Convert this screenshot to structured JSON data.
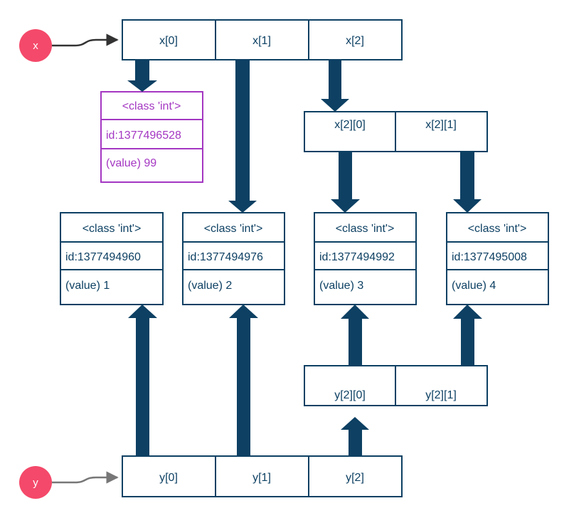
{
  "variables": {
    "x": {
      "label": "x",
      "color": "#f4496a"
    },
    "y": {
      "label": "y",
      "color": "#f4496a"
    }
  },
  "colors": {
    "primary": "#0d4063",
    "reassigned": "#a437c2",
    "pointer_x": "#333333",
    "pointer_y": "#777777"
  },
  "x_list": {
    "cells": [
      "x[0]",
      "x[1]",
      "x[2]"
    ]
  },
  "x_sublist": {
    "cells": [
      "x[2][0]",
      "x[2][1]"
    ]
  },
  "y_list": {
    "cells": [
      "y[0]",
      "y[1]",
      "y[2]"
    ]
  },
  "y_sublist": {
    "cells": [
      "y[2][0]",
      "y[2][1]"
    ]
  },
  "objects": {
    "int99": {
      "class": "<class 'int'>",
      "id": "id:1377496528",
      "value": "(value) 99"
    },
    "int1": {
      "class": "<class 'int'>",
      "id": "id:1377494960",
      "value": "(value) 1"
    },
    "int2": {
      "class": "<class 'int'>",
      "id": "id:1377494976",
      "value": "(value) 2"
    },
    "int3": {
      "class": "<class 'int'>",
      "id": "id:1377494992",
      "value": "(value) 3"
    },
    "int4": {
      "class": "<class 'int'>",
      "id": "id:1377495008",
      "value": "(value) 4"
    }
  }
}
